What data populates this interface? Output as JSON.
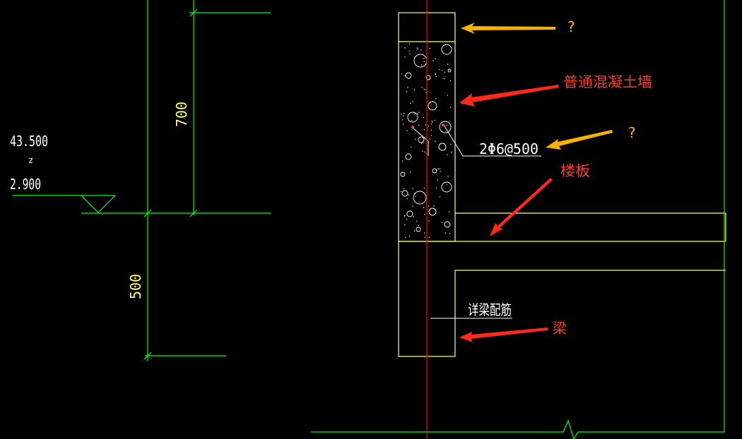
{
  "drawing": {
    "elevation": {
      "top_value": "43.500",
      "middle_mark": "z",
      "bottom_value": "2.900"
    },
    "dimensions": {
      "upper": "700",
      "lower": "500"
    },
    "rebar_label": "2Φ6@500",
    "beam_note": "详梁配筋"
  },
  "annotations": {
    "question_top": "?",
    "wall": "普通混凝土墙",
    "question_rebar": "?",
    "slab": "楼板",
    "beam": "梁"
  },
  "colors": {
    "background": "#000000",
    "green": "#00ff00",
    "yellow": "#ffff66",
    "red_line": "#ff0000",
    "arrow_orange": "#f5b300",
    "arrow_red": "#ff2a1a",
    "text_red": "#ff3b2f",
    "text_orange": "#ffb000",
    "dot": "#ffffff"
  }
}
